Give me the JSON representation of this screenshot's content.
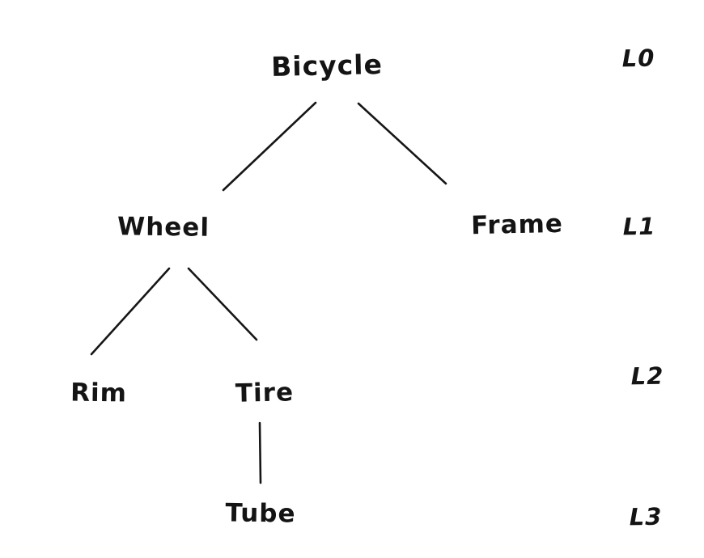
{
  "diagram": {
    "type": "tree",
    "style": "hand-drawn",
    "background_color": "#ffffff",
    "ink_color": "#161616",
    "nodes": {
      "bicycle": {
        "label": "Bicycle",
        "level": 0
      },
      "wheel": {
        "label": "Wheel",
        "level": 1
      },
      "frame": {
        "label": "Frame",
        "level": 1
      },
      "rim": {
        "label": "Rim",
        "level": 2
      },
      "tire": {
        "label": "Tire",
        "level": 2
      },
      "tube": {
        "label": "Tube",
        "level": 3
      }
    },
    "edges": [
      {
        "from": "bicycle",
        "to": "wheel"
      },
      {
        "from": "bicycle",
        "to": "frame"
      },
      {
        "from": "wheel",
        "to": "rim"
      },
      {
        "from": "wheel",
        "to": "tire"
      },
      {
        "from": "tire",
        "to": "tube"
      }
    ],
    "level_labels": {
      "l0": "L0",
      "l1": "L1",
      "l2": "L2",
      "l3": "L3"
    }
  }
}
